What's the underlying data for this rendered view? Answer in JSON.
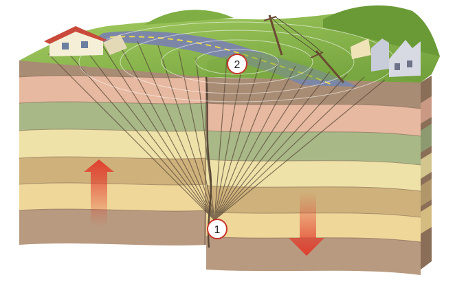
{
  "diagram": {
    "markers": [
      {
        "id": "focus",
        "label": "1"
      },
      {
        "id": "epicenter",
        "label": "2"
      }
    ],
    "arrows": [
      {
        "id": "uplift",
        "direction": "up"
      },
      {
        "id": "downthrow",
        "direction": "down"
      }
    ],
    "colors": {
      "grass": "#8fbf4e",
      "road": "#7c87a8",
      "arrow": "#e23a2a",
      "rays": "#5a4a3a",
      "marker_fill": "#ffffff",
      "marker_stroke": "#c8352a"
    },
    "strata_colors": [
      "#a98c74",
      "#e7b9a0",
      "#a9b887",
      "#efe2a8",
      "#cfb27b",
      "#efd79a",
      "#b89a80"
    ],
    "icons": [
      "house-icon",
      "power-pole-icon",
      "ruined-building-icon",
      "fault-line-icon"
    ]
  }
}
